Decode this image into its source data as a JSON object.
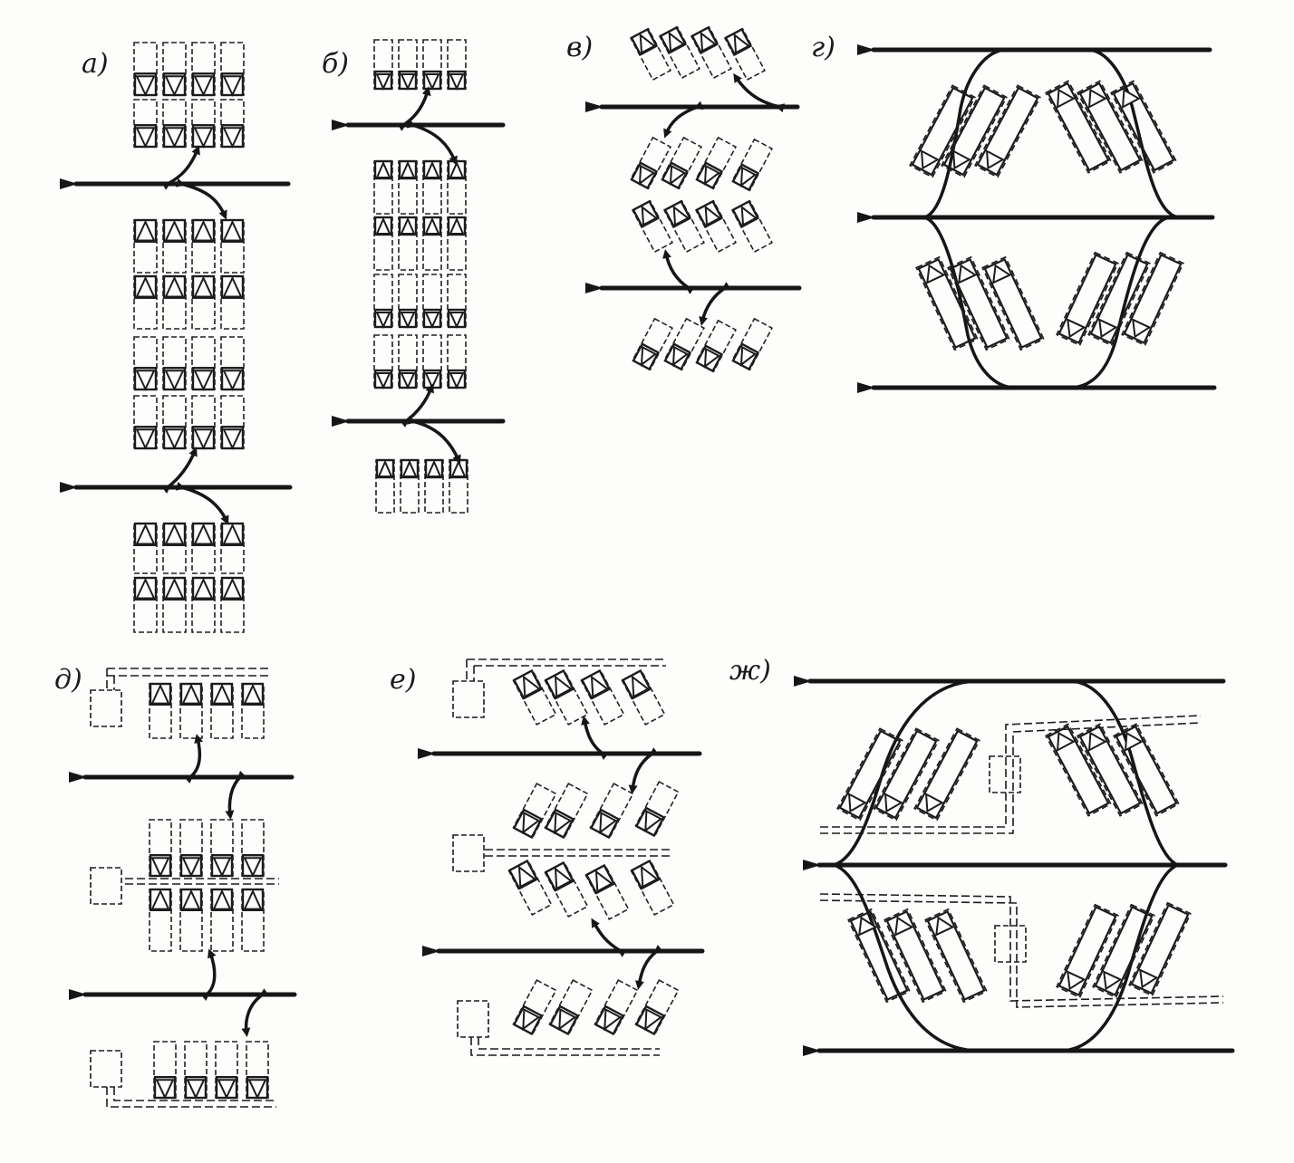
{
  "panels": [
    {
      "id": "a",
      "label": "а)"
    },
    {
      "id": "b",
      "label": "б)"
    },
    {
      "id": "v",
      "label": "в)"
    },
    {
      "id": "g",
      "label": "г)"
    },
    {
      "id": "d",
      "label": "д)"
    },
    {
      "id": "e",
      "label": "е)"
    },
    {
      "id": "zh",
      "label": "ж)"
    }
  ],
  "colors": {
    "ink": "#161616",
    "paper": "#fdfdfc"
  }
}
